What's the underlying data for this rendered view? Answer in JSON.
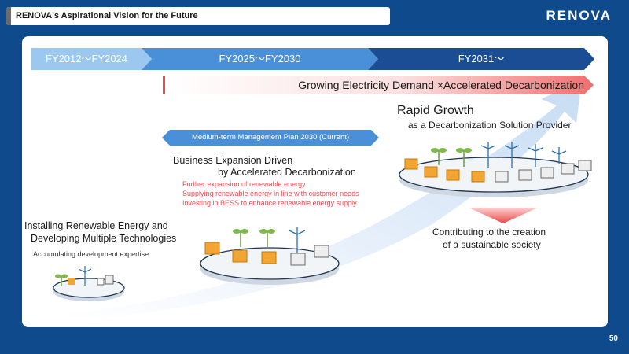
{
  "header": {
    "title": "RENOVA's Aspirational Vision for the Future",
    "logo": "RENOVA",
    "page_number": "50"
  },
  "timeline": {
    "phases": [
      "FY2012〜FY2024",
      "FY2025〜FY2030",
      "FY2031〜"
    ]
  },
  "demand_banner": "Growing Electricity Demand ×Accelerated Decarbonization",
  "plan_label": "Medium-term Management Plan 2030 (Current)",
  "stage1": {
    "title_line1": "Installing Renewable Energy and",
    "title_line2": "Developing Multiple Technologies",
    "subtitle": "Accumulating development expertise"
  },
  "stage2": {
    "title_line1": "Business Expansion Driven",
    "title_line2": "by Accelerated Decarbonization",
    "bullets": [
      "Further expansion of renewable energy",
      "Supplying renewable energy in line with customer needs",
      "Investing in BESS to enhance renewable energy supply"
    ]
  },
  "stage3": {
    "title_line1": "Rapid Growth",
    "title_line2": "as a Decarbonization Solution Provider"
  },
  "contribution": {
    "line1": "Contributing to the creation",
    "line2": "of a sustainable society"
  },
  "colors": {
    "background": "#0f4a8c",
    "phase1": "#9cc8ef",
    "phase2": "#4a90d9",
    "phase3": "#1a4d93",
    "accent_red": "#e05050",
    "growth_arrow": "#d7e7f8"
  }
}
